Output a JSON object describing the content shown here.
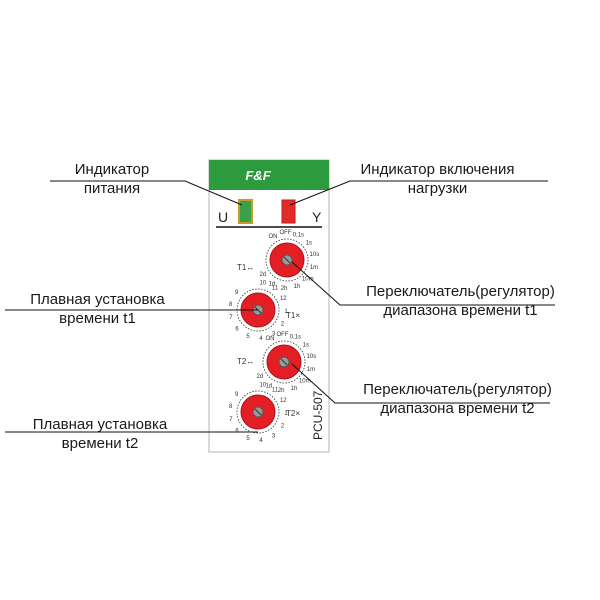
{
  "callouts": {
    "power_indicator": [
      "Индикатор",
      "питания"
    ],
    "load_indicator": [
      "Индикатор включения",
      "нагрузки"
    ],
    "fine_t1": [
      "Плавная установка",
      "времени t1"
    ],
    "range_t1": [
      "Переключатель(регулятор)",
      "диапазона  времени t1"
    ],
    "fine_t2": [
      "Плавная установка",
      "времени t2"
    ],
    "range_t2": [
      "Переключатель(регулятор)",
      "диапазона  времени t2"
    ]
  },
  "device": {
    "logo": "F&F",
    "model": "PCU-507",
    "power_symbol": "U",
    "load_symbol": "Y",
    "t1_range_label": "T1↔",
    "t2_range_label": "T2↔",
    "t1_fine_label": "T1×",
    "t2_fine_label": "T2×",
    "range_scale": [
      "ON",
      "OFF",
      "0,1s",
      "1s",
      "10s",
      "1m",
      "10m",
      "1h",
      "2h",
      "1d",
      "2d"
    ],
    "fine_scale": [
      "10",
      "11",
      "12",
      "1",
      "2",
      "3",
      "4",
      "5",
      "6",
      "7",
      "8",
      "9"
    ]
  },
  "colors": {
    "green": "#2e9a3e",
    "red": "#e31e24",
    "led_red": "#e22a26",
    "led_green": "#3aa14a",
    "line": "#111111"
  }
}
